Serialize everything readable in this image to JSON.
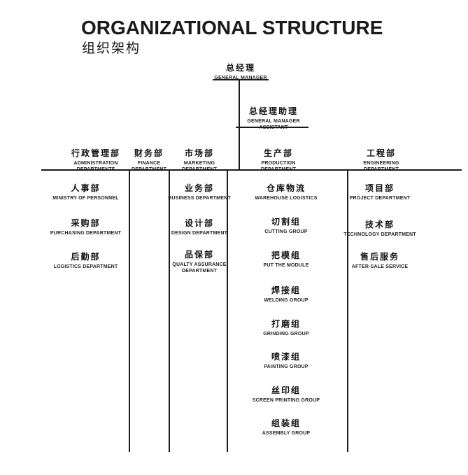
{
  "header": {
    "title": "ORGANIZATIONAL STRUCTURE",
    "subtitle": "组织架构"
  },
  "colors": {
    "background": "#ffffff",
    "line": "#1a1a1a",
    "text": "#111111"
  },
  "org": {
    "general_manager": {
      "zh": "总经理",
      "en": "GENERAL MANAGER"
    },
    "assistant": {
      "zh": "总经理助理",
      "en": "GENERAL MANAGER ASSISTANT"
    },
    "departments": [
      {
        "zh": "行政管理部",
        "en": "ADMINISTRATION DEPARTMENTF",
        "children": [
          {
            "zh": "人事部",
            "en": "MINISTRY OF PERSONNEL"
          },
          {
            "zh": "采购部",
            "en": "PURCHASING DEPARTMENT"
          },
          {
            "zh": "后勤部",
            "en": "LOGISTICS DEPARTMENT"
          }
        ]
      },
      {
        "zh": "财务部",
        "en": "FINANCE DEPARTMENT",
        "children": []
      },
      {
        "zh": "市场部",
        "en": "MARKETING DEPARTMENT",
        "children": [
          {
            "zh": "业务部",
            "en": "BUSINESS DEPARTMENT"
          },
          {
            "zh": "设计部",
            "en": "DESIGN DEPARTMENT"
          },
          {
            "zh": "品保部",
            "en": "QUALTY ASSURANCE DEPARTMENT"
          }
        ]
      },
      {
        "zh": "生产部",
        "en": "PRODUCTION DEPARTMENT",
        "children": [
          {
            "zh": "仓库物流",
            "en": "WAREHOUSE LOGISTICS"
          },
          {
            "zh": "切割组",
            "en": "CUTTING GROUP"
          },
          {
            "zh": "把模组",
            "en": "PUT THE MODULE"
          },
          {
            "zh": "焊接组",
            "en": "WELDING GROUP"
          },
          {
            "zh": "打磨组",
            "en": "GRINDING GROUP"
          },
          {
            "zh": "喷漆组",
            "en": "PAINTING GROUP"
          },
          {
            "zh": "丝印组",
            "en": "SCREEN PRINTING GROUP"
          },
          {
            "zh": "组装组",
            "en": "ASSEMBLY GROUP"
          }
        ]
      },
      {
        "zh": "工程部",
        "en": "ENGINEERING DEPARTMENT",
        "children": [
          {
            "zh": "项目部",
            "en": "PROJECT DEPARTMENT"
          },
          {
            "zh": "技术部",
            "en": "TECHNOLOGY DEPARTMENT"
          },
          {
            "zh": "售后服务",
            "en": "AFTER-SALE SERVICE"
          }
        ]
      }
    ]
  }
}
